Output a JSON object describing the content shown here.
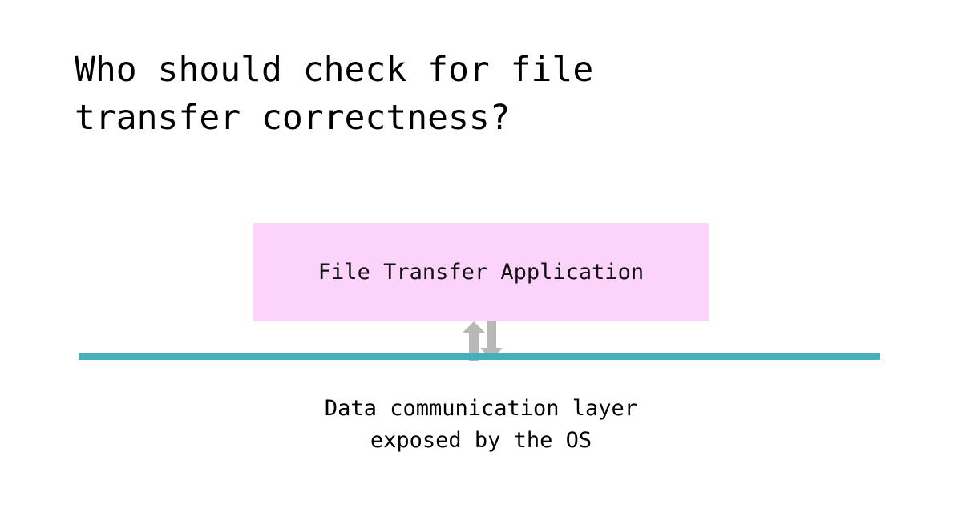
{
  "slide": {
    "background_color": "#ffffff",
    "title": "Who should check for file\ntransfer correctness?"
  },
  "diagram": {
    "application_box": {
      "label": "File Transfer Application",
      "fill_color": "#fcd4fb",
      "text_color": "#111111"
    },
    "arrows": {
      "up_arrow_name": "arrow-up",
      "down_arrow_name": "arrow-down",
      "color": "#b8b8b8"
    },
    "layer_line": {
      "color": "#45afbc"
    },
    "layer_caption": "Data communication layer\nexposed by the OS"
  }
}
